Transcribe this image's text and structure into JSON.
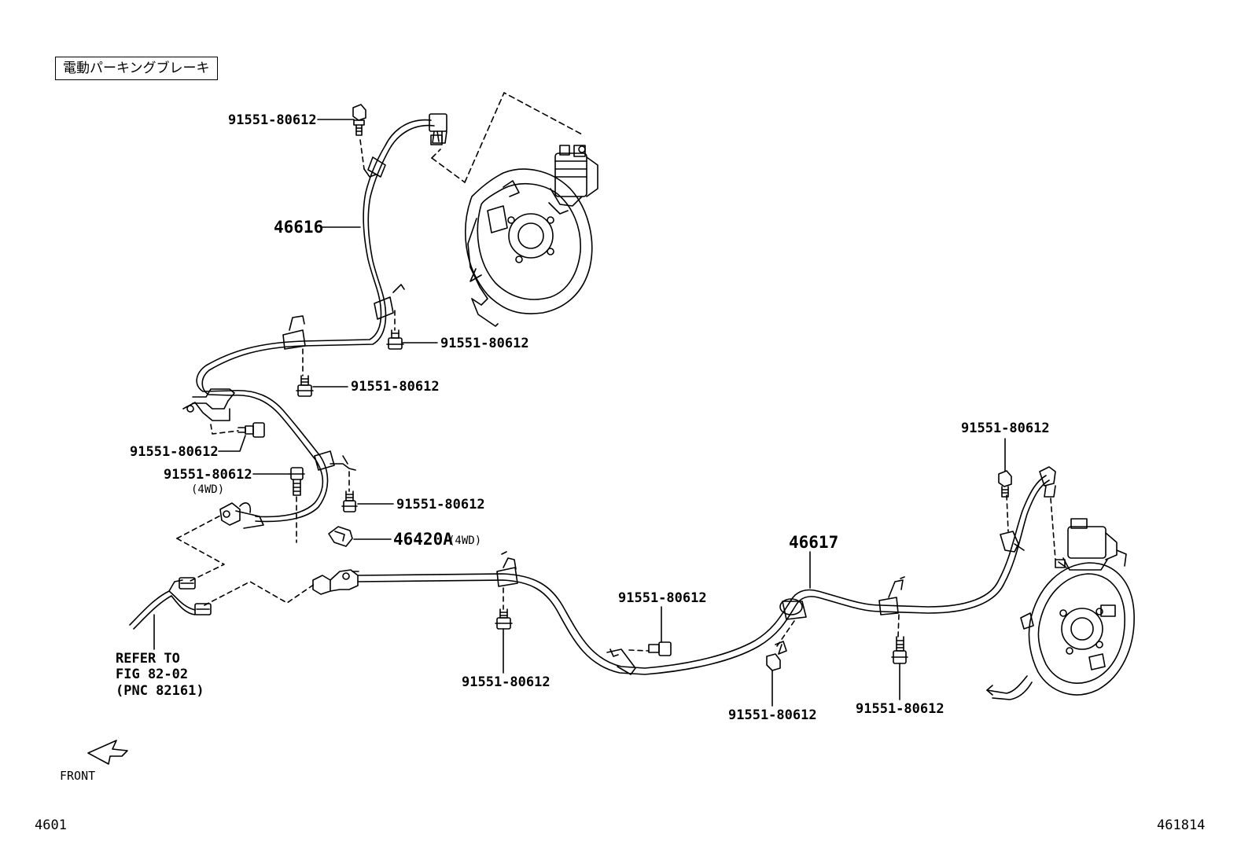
{
  "title": "電動パーキングブレーキ",
  "parts": {
    "cable_left": "46616",
    "cable_right": "46617",
    "clamp": "46420A",
    "clamp_note": "(4WD)",
    "bolt": "91551-80612",
    "bolt_note": "(4WD)"
  },
  "reference": {
    "line1": "REFER TO",
    "line2": "FIG 82-02",
    "line3": "(PNC 82161)"
  },
  "front_label": "FRONT",
  "figure_code": "4601",
  "image_code": "461814"
}
